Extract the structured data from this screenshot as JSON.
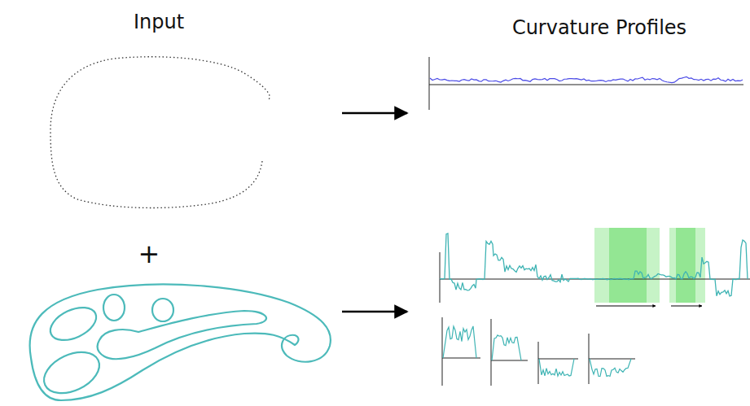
{
  "diagram": {
    "labels": [
      "Input",
      "Curvature Profiles",
      "+"
    ]
  }
}
